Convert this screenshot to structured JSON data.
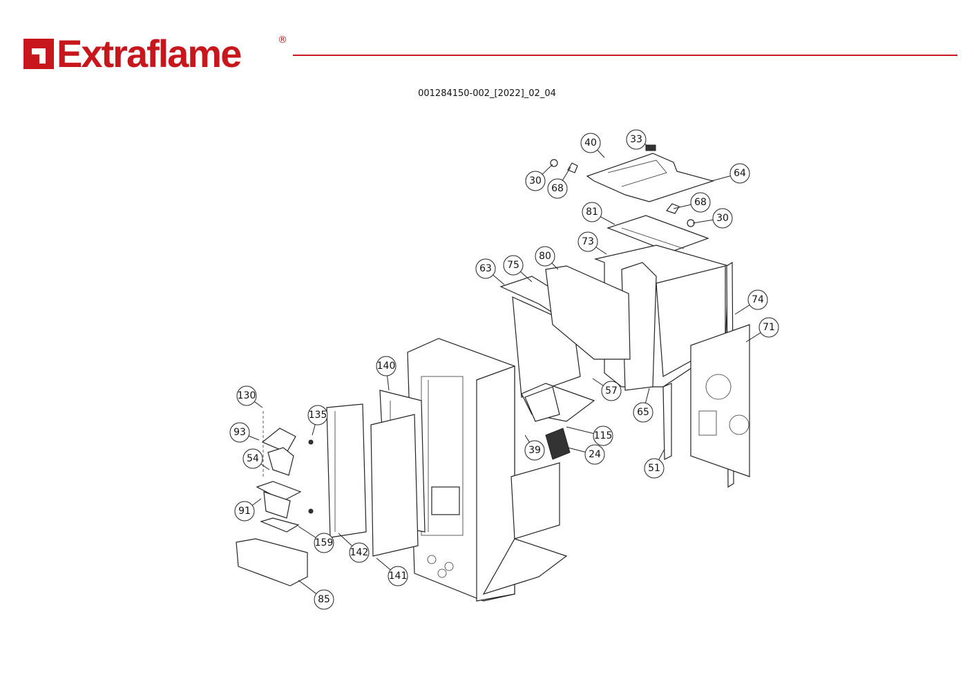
{
  "header": {
    "brand": "Extraflame",
    "registered_mark": "®",
    "document_code": "001284150-002_[2022]_02_04",
    "brand_color": "#c8161d"
  },
  "diagram": {
    "type": "exploded-parts-view",
    "callouts": [
      "40",
      "33",
      "30",
      "68",
      "64",
      "68",
      "30",
      "81",
      "73",
      "80",
      "75",
      "63",
      "74",
      "71",
      "140",
      "57",
      "65",
      "130",
      "135",
      "93",
      "115",
      "24",
      "39",
      "54",
      "51",
      "91",
      "159",
      "142",
      "141",
      "85"
    ]
  }
}
